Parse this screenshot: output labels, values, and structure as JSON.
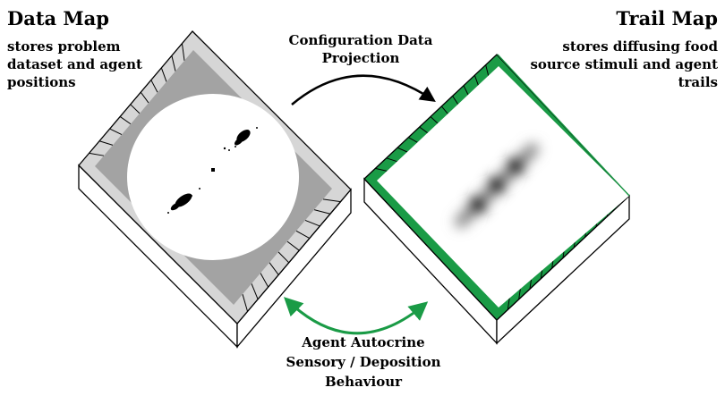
{
  "left_panel": {
    "title": "Data Map",
    "description": [
      "stores problem",
      "dataset and agent",
      "positions"
    ]
  },
  "right_panel": {
    "title": "Trail Map",
    "description": [
      "stores diffusing food",
      "source stimuli and agent",
      "trails"
    ]
  },
  "top_arrow": {
    "label": [
      "Configuration Data",
      "Projection"
    ],
    "color": "#000000"
  },
  "bottom_arrow": {
    "label": [
      "Agent Autocrine",
      "Sensory / Deposition",
      "Behaviour"
    ],
    "color": "#1a9b46"
  },
  "colors": {
    "data_map_fill": "#a3a3a3",
    "data_map_border": "#d6d6d6",
    "trail_map_border": "#1a9b46",
    "circle": "#ffffff"
  }
}
